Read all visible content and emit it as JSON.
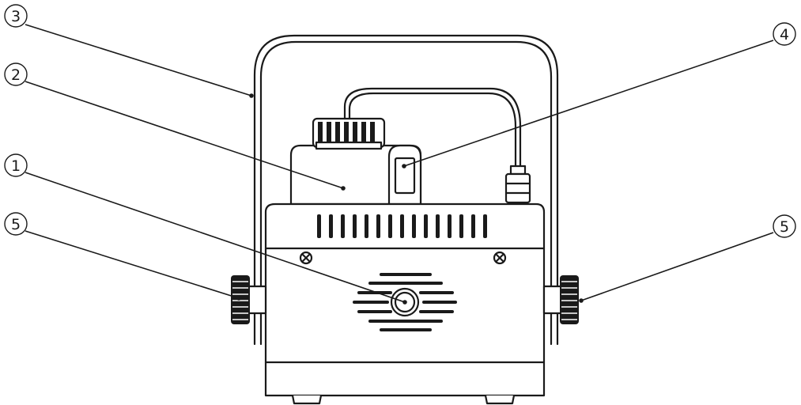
{
  "callouts": [
    {
      "id": "1",
      "label": "1"
    },
    {
      "id": "2",
      "label": "2"
    },
    {
      "id": "3",
      "label": "3"
    },
    {
      "id": "4",
      "label": "4"
    },
    {
      "id": "5a",
      "label": "5"
    },
    {
      "id": "5b",
      "label": "5"
    }
  ],
  "colors": {
    "ink": "#1a1a1a",
    "background": "#ffffff"
  }
}
